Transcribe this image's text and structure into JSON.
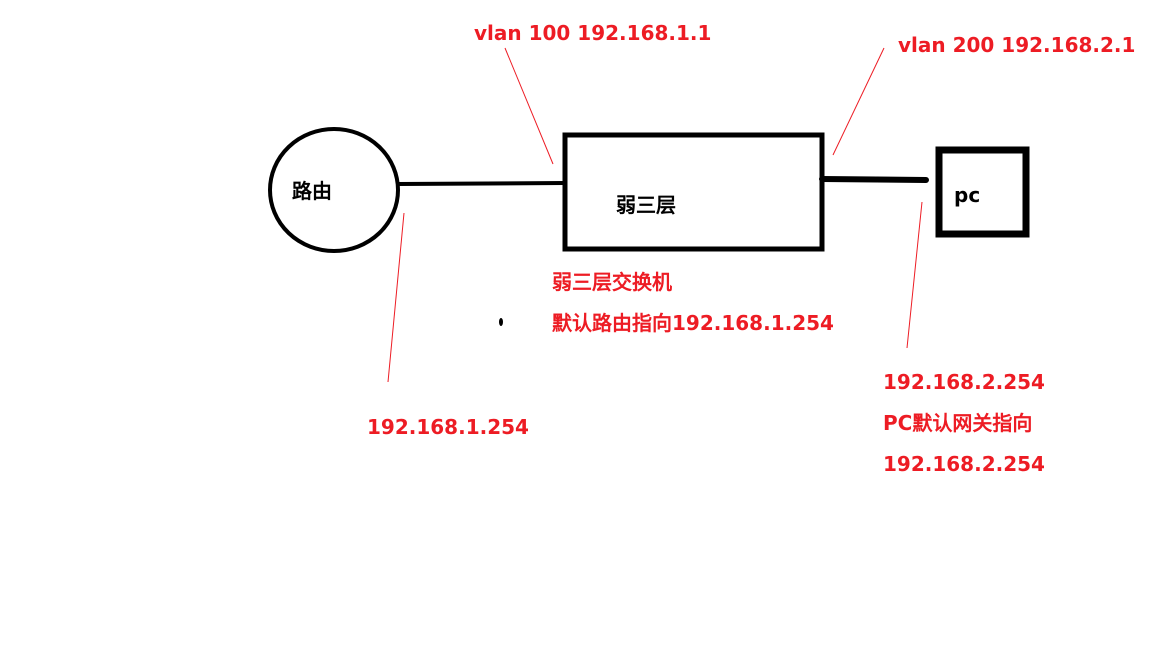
{
  "nodes": {
    "router": "路由",
    "switch": "弱三层",
    "pc": "pc"
  },
  "labels": {
    "vlan100": "vlan 100 192.168.1.1",
    "vlan200": "vlan 200 192.168.2.1",
    "switch_desc": "弱三层交换机",
    "switch_route": "默认路由指向192.168.1.254",
    "router_ip": "192.168.1.254",
    "pc_ip": "192.168.2.254",
    "pc_gateway": "PC默认网关指向",
    "pc_gateway_ip": "192.168.2.254"
  },
  "colors": {
    "annotation": "#ed1c24",
    "shape": "#000000"
  }
}
